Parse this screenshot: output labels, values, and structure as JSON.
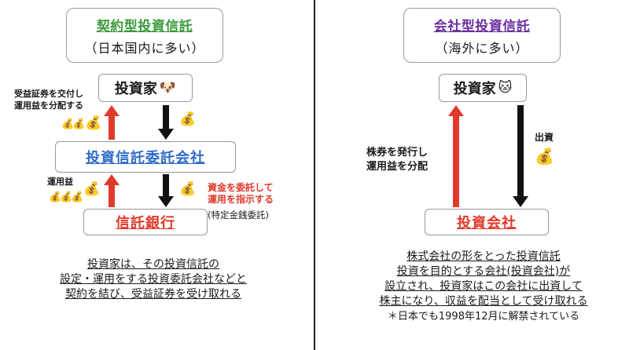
{
  "left": {
    "title": "契約型投資信託",
    "subtitle": "（日本国内に多い）",
    "investor": "投資家",
    "investor_icon": "dog-face-icon",
    "company": "投資信託委託会社",
    "bank": "信託銀行",
    "note_top": [
      "受益証券を交付し",
      "運用益を分配する"
    ],
    "note_profit": "運用益",
    "note_instruct": [
      "資金を委託して",
      "運用を指示する"
    ],
    "note_trust": "(特定金銭委託)",
    "description": [
      "投資家は、その投資信託の",
      "設定・運用をする投資委託会社などと",
      "契約を結び、受益証券を受け取れる"
    ]
  },
  "right": {
    "title": "会社型投資信託",
    "subtitle": "（海外に多い）",
    "investor": "投資家",
    "investor_icon": "cat-face-icon",
    "company": "投資会社",
    "note_left": [
      "株券を発行し",
      "運用益を分配"
    ],
    "note_invest": "出資",
    "description": [
      "株式会社の形をとった投資信託",
      "投資を目的とする会社(投資会社)が",
      "設立され、投資家はこの会社に出資して",
      "株主になり、収益を配当として受け取れる",
      "＊日本でも1998年12月に解禁されている"
    ]
  },
  "colors": {
    "left_title": "#3a9a3a",
    "right_title": "#6a2fa0",
    "accent_red": "#e03a2a",
    "company_blue": "#2f6cc8"
  },
  "icons": {
    "money_bag": "money-bag-icon"
  }
}
